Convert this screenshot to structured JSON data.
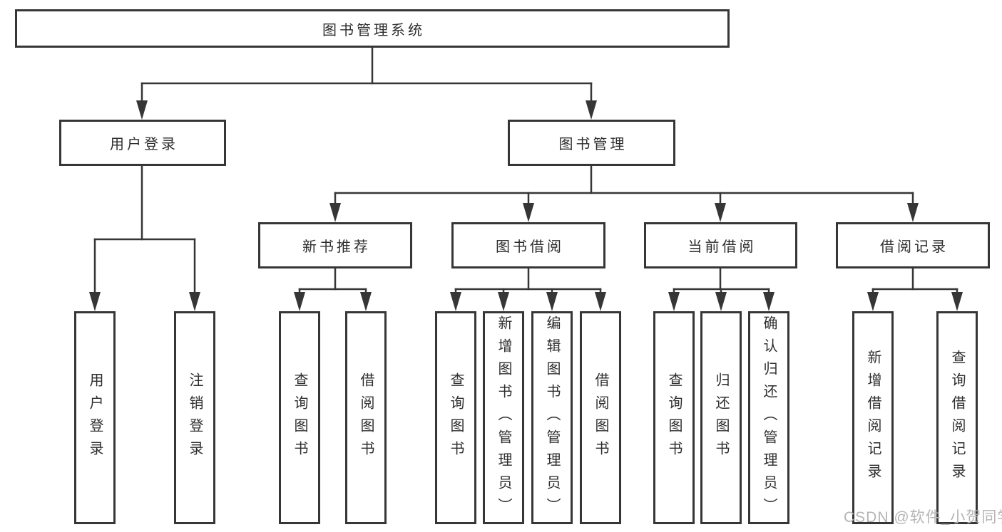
{
  "diagram": {
    "root": {
      "label": "图书管理系统"
    },
    "level1": [
      {
        "label": "用户登录",
        "leaves": [
          {
            "label": "用户登录"
          },
          {
            "label": "注销登录"
          }
        ]
      },
      {
        "label": "图书管理",
        "sections": [
          {
            "label": "新书推荐",
            "leaves": [
              {
                "label": "查询图书"
              },
              {
                "label": "借阅图书"
              }
            ]
          },
          {
            "label": "图书借阅",
            "leaves": [
              {
                "label": "查询图书"
              },
              {
                "label": "新增图书（管理员）"
              },
              {
                "label": "编辑图书（管理员）"
              },
              {
                "label": "借阅图书"
              }
            ]
          },
          {
            "label": "当前借阅",
            "leaves": [
              {
                "label": "查询图书"
              },
              {
                "label": "归还图书"
              },
              {
                "label": "确认归还（管理员）"
              }
            ]
          },
          {
            "label": "借阅记录",
            "leaves": [
              {
                "label": "新增借阅记录"
              },
              {
                "label": "查询借阅记录"
              }
            ]
          }
        ]
      }
    ]
  },
  "watermark": {
    "text": "CSDN @软件_小贺同学"
  },
  "colors": {
    "line": "#363636",
    "text": "#2e2e2e",
    "background": "#ffffff",
    "watermark": "#b5b5b5"
  }
}
